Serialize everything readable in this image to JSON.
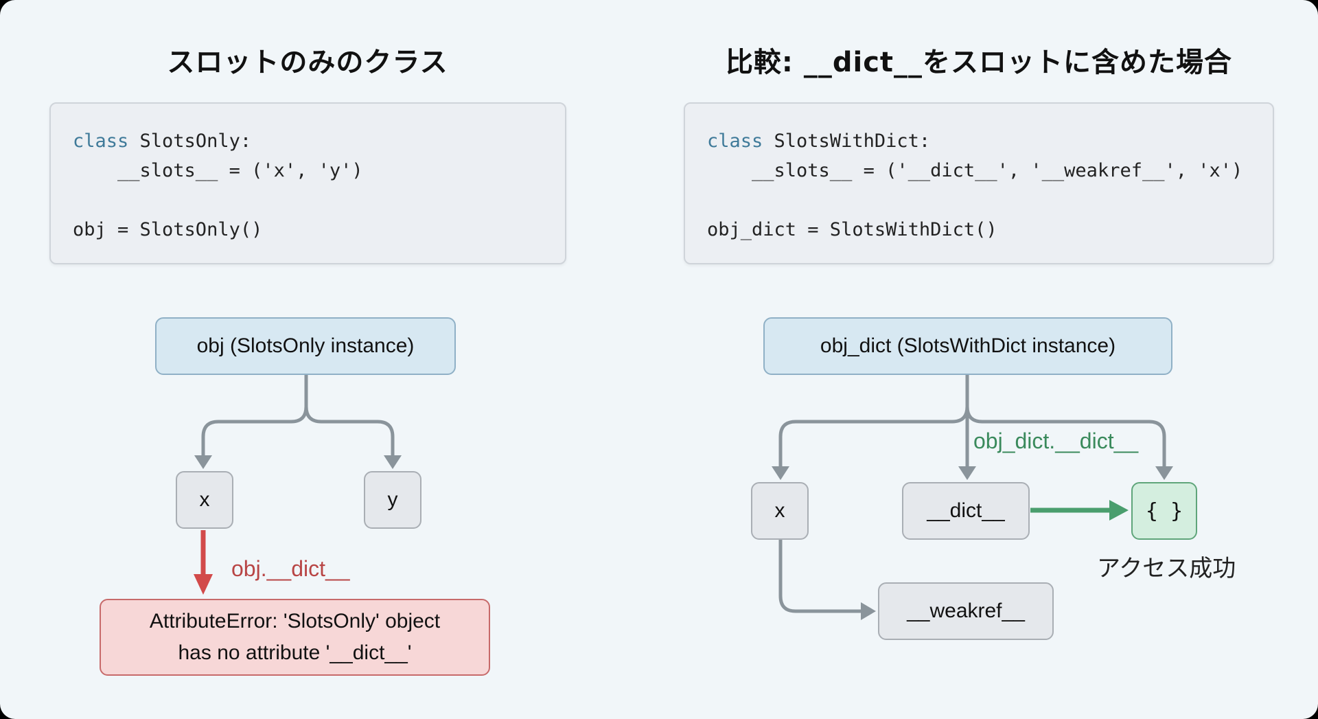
{
  "left_panel": {
    "title": "スロットのみのクラス",
    "code": {
      "line1_keyword": "class",
      "line1_rest": " SlotsOnly:",
      "line2": "    __slots__ = ('x', 'y')",
      "line4": "obj = SlotsOnly()"
    },
    "diagram": {
      "instance_label": "obj (SlotsOnly instance)",
      "slot_x": "x",
      "slot_y": "y",
      "access_label": "obj.__dict__",
      "error_line1": "AttributeError: 'SlotsOnly' object",
      "error_line2": "has no attribute '__dict__'"
    }
  },
  "right_panel": {
    "title": "比較: __dict__をスロットに含めた場合",
    "code": {
      "line1_keyword": "class",
      "line1_rest": " SlotsWithDict:",
      "line2": "    __slots__ = ('__dict__', '__weakref__', 'x')",
      "line4": "obj_dict = SlotsWithDict()"
    },
    "diagram": {
      "instance_label": "obj_dict (SlotsWithDict instance)",
      "slot_x": "x",
      "slot_dict": "__dict__",
      "slot_weakref": "__weakref__",
      "dict_value": "{ }",
      "access_label": "obj_dict.__dict__",
      "success_label": "アクセス成功"
    }
  },
  "colors": {
    "background": "#f1f6f9",
    "instance_fill": "#d7e8f2",
    "slot_fill": "#e5e8ec",
    "error_fill": "#f7d7d7",
    "error_accent": "#d24a4a",
    "success_fill": "#d4eedf",
    "success_accent": "#4a9e6e",
    "connector": "#8a949b",
    "keyword": "#3f7a99"
  }
}
